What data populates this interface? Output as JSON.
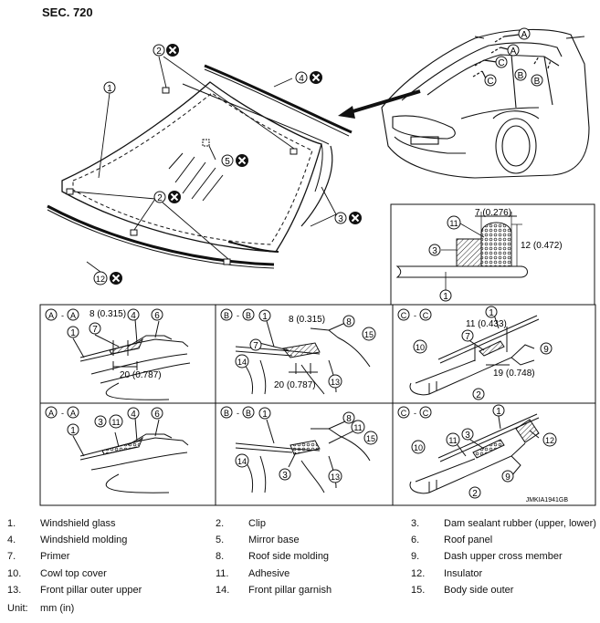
{
  "section_title": "SEC. 720",
  "figure_code": "JMKIA1941GB",
  "callouts": {
    "c1": "1",
    "c2": "2",
    "c3": "3",
    "c4": "4",
    "c5": "5",
    "c6": "6",
    "c7": "7",
    "c8": "8",
    "c9": "9",
    "c10": "10",
    "c11": "11",
    "c12": "12",
    "c13": "13",
    "c14": "14",
    "c15": "15"
  },
  "view_letters": {
    "A": "A",
    "B": "B",
    "C": "C"
  },
  "section_labels": {
    "AA": "A - A",
    "BB": "B - B",
    "CC": "C - C"
  },
  "dimensions": {
    "d7_276": "7 (0.276)",
    "d12_472": "12 (0.472)",
    "d8_315": "8 (0.315)",
    "d20_787": "20 (0.787)",
    "d11_433": "11 (0.433)",
    "d19_748": "19 (0.748)"
  },
  "legend": [
    {
      "num": "1.",
      "text": "Windshield glass"
    },
    {
      "num": "2.",
      "text": "Clip"
    },
    {
      "num": "3.",
      "text": "Dam sealant rubber (upper, lower)"
    },
    {
      "num": "4.",
      "text": "Windshield molding"
    },
    {
      "num": "5.",
      "text": "Mirror base"
    },
    {
      "num": "6.",
      "text": "Roof panel"
    },
    {
      "num": "7.",
      "text": "Primer"
    },
    {
      "num": "8.",
      "text": "Roof side molding"
    },
    {
      "num": "9.",
      "text": "Dash upper cross member"
    },
    {
      "num": "10.",
      "text": "Cowl top cover"
    },
    {
      "num": "11.",
      "text": "Adhesive"
    },
    {
      "num": "12.",
      "text": "Insulator"
    },
    {
      "num": "13.",
      "text": "Front pillar outer upper"
    },
    {
      "num": "14.",
      "text": "Front pillar garnish"
    },
    {
      "num": "15.",
      "text": "Body side outer"
    }
  ],
  "unit": {
    "label": "Unit:",
    "value": "mm (in)"
  }
}
